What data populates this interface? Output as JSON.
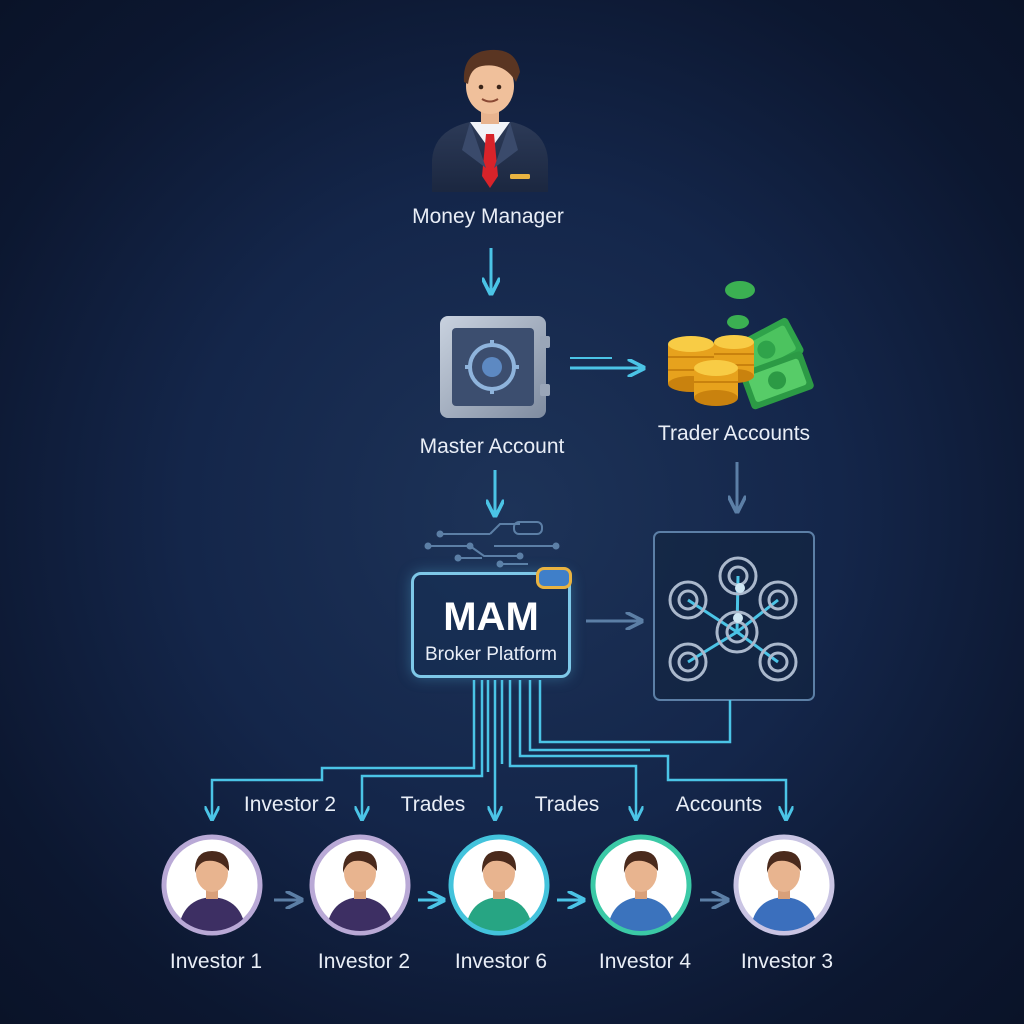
{
  "diagram": {
    "manager": {
      "label": "Money Manager",
      "icon": "money-manager-icon"
    },
    "master": {
      "label": "Master Account",
      "icon": "safe-icon"
    },
    "trader": {
      "label": "Trader Accounts",
      "icon": "coins-cash-icon"
    },
    "platform": {
      "title": "MAM",
      "subtitle": "Broker Platform"
    },
    "network": {
      "icon": "network-hub-icon"
    },
    "edge_labels": [
      "Investor 2",
      "Trades",
      "Trades",
      "Accounts"
    ],
    "investors": [
      {
        "label": "Investor 1",
        "ring": "#b9a9d6",
        "shirt": "#3d2f63"
      },
      {
        "label": "Investor 2",
        "ring": "#b9a9d6",
        "shirt": "#3d2f63"
      },
      {
        "label": "Investor 6",
        "ring": "#43c3dc",
        "shirt": "#27a583"
      },
      {
        "label": "Investor 4",
        "ring": "#3bc9a6",
        "shirt": "#3b73bd"
      },
      {
        "label": "Investor 3",
        "ring": "#c9c4e3",
        "shirt": "#3b6fbd"
      }
    ]
  },
  "colors": {
    "arrow": "#4bc4e6",
    "arrow_muted": "#5c7fa6",
    "label_text": "#e9eef7",
    "accent_gold": "#e9b341"
  }
}
